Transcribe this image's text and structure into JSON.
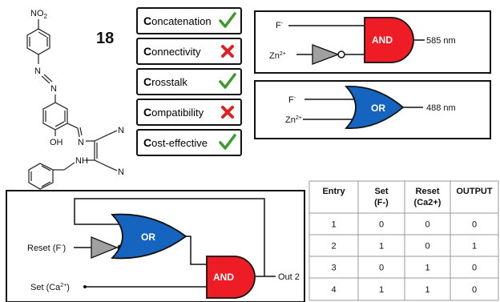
{
  "compound": {
    "number": "18",
    "nitro": "NO",
    "nitro_sub": "2",
    "oh": "OH",
    "n_azo1": "N",
    "n_azo2": "N",
    "n_imine": "N",
    "n_amine": "N",
    "n_amine_h": "H",
    "cn1": "N",
    "cn2": "N"
  },
  "criteria": [
    {
      "initial": "C",
      "rest": "oncatenation",
      "status": "pass"
    },
    {
      "initial": "C",
      "rest": "onnectivity",
      "status": "fail"
    },
    {
      "initial": "C",
      "rest": "rosstalk",
      "status": "pass"
    },
    {
      "initial": "C",
      "rest": "ompatibility",
      "status": "fail"
    },
    {
      "initial": "C",
      "rest": "ost-effective",
      "status": "pass"
    }
  ],
  "status_colors": {
    "pass": "#3a9a2a",
    "fail": "#e02020"
  },
  "and_gate": {
    "label": "AND",
    "color": "#ee1c25",
    "input1": "F",
    "input1_sup": "-",
    "input2": "Zn",
    "input2_sup": "2+",
    "output": "585 nm"
  },
  "or_gate": {
    "label": "OR",
    "color": "#1565c0",
    "input1": "F",
    "input1_sup": "-",
    "input2": "Zn",
    "input2_sup": "2+",
    "output": "488 nm"
  },
  "circuit": {
    "or_label": "OR",
    "and_label": "AND",
    "reset_input": "Reset (F",
    "reset_sup": "-",
    "reset_close": ")",
    "set_input": "Set (Ca",
    "set_sup": "2+",
    "set_close": ")",
    "output": "Out 2",
    "inverter_color": "#a0a0a0"
  },
  "truth_table": {
    "headers": [
      {
        "line1": "Entry",
        "line2": ""
      },
      {
        "line1": "Set",
        "line2": "(F-)"
      },
      {
        "line1": "Reset",
        "line2": "(Ca2+)"
      },
      {
        "line1": "OUTPUT",
        "line2": ""
      }
    ],
    "rows": [
      [
        "1",
        "0",
        "0",
        "0"
      ],
      [
        "2",
        "1",
        "0",
        "1"
      ],
      [
        "3",
        "0",
        "1",
        "0"
      ],
      [
        "4",
        "1",
        "1",
        "0"
      ]
    ]
  }
}
